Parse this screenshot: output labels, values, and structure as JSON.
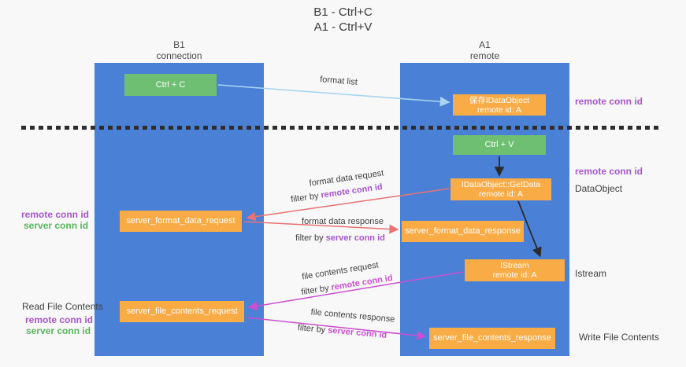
{
  "title": {
    "line1": "B1 - Ctrl+C",
    "line2": "A1 - Ctrl+V"
  },
  "columns": {
    "left": {
      "name": "B1",
      "role": "connection"
    },
    "right": {
      "name": "A1",
      "role": "remote"
    }
  },
  "nodes": {
    "ctrl_c": {
      "label": "Ctrl + C"
    },
    "save_idataobject": {
      "line1": "保存IDataObject",
      "line2": "remote id: A"
    },
    "ctrl_v": {
      "label": "Ctrl + V"
    },
    "idataobject_getdata": {
      "line1": "IDataObject::GetData",
      "line2": "remote id: A"
    },
    "istream": {
      "line1": "IStream",
      "line2": "remote id: A"
    },
    "server_format_data_request": {
      "label": "server_format_data_request"
    },
    "server_format_data_response": {
      "label": "server_format_data_response"
    },
    "server_file_contents_request": {
      "label": "server_file_contents_request"
    },
    "server_file_contents_response": {
      "label": "server_file_contents_response"
    }
  },
  "edge_labels": {
    "format_list": "format list",
    "format_data_request": "format data request",
    "format_data_response": "format data response",
    "file_contents_request": "file contents request",
    "file_contents_response": "file contents response",
    "filter_by": "filter by ",
    "remote_conn_id": "remote conn id",
    "server_conn_id": "server conn id"
  },
  "side_labels": {
    "remote_conn_id_top_right": "remote conn id",
    "remote_conn_id_mid_right": "remote conn id",
    "dataobject": "DataObject",
    "istream": "Istream",
    "write_file_contents": "Write File Contents",
    "read_file_contents": "Read File Contents",
    "remote_conn_id_left_1": "remote conn id",
    "server_conn_id_left_1": "server conn id",
    "remote_conn_id_left_2": "remote conn id",
    "server_conn_id_left_2": "server conn id"
  },
  "colors": {
    "column_blue": "#4a81d6",
    "box_orange": "#f9ab45",
    "box_green": "#6fbf72",
    "arrow_blue": "#a9d4f2",
    "arrow_red": "#e87272",
    "arrow_magenta": "#cb4fd2",
    "arrow_black": "#2b2b2b",
    "text_purple": "#a855cc",
    "text_green": "#58b65c"
  }
}
